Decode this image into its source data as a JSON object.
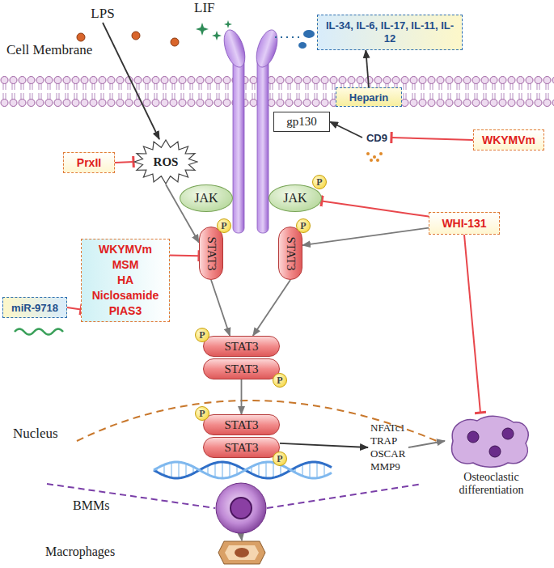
{
  "diagram": {
    "nodes": [
      {
        "text": [
          "LPS"
        ]
      },
      {
        "text": [
          "IL-34, IL-6, IL-17, IL-11, IL-12"
        ]
      },
      {
        "text": [
          "Heparin"
        ]
      },
      {
        "text": [
          "gp130"
        ]
      },
      {
        "text": [
          "CD9"
        ]
      },
      {
        "text": [
          "WKYMVm"
        ]
      },
      {
        "text": [
          "PrxII"
        ]
      },
      {
        "text": [
          "ROS"
        ]
      },
      {
        "text": [
          "JAK"
        ]
      },
      {
        "text": [
          "JAK"
        ]
      },
      {
        "text": [
          "P"
        ]
      },
      {
        "text": [
          "STAT3"
        ]
      },
      {
        "text": [
          "P"
        ]
      },
      {
        "text": [
          "STAT3"
        ]
      },
      {
        "text": [
          "P"
        ]
      },
      {
        "text": [
          "WHI-131"
        ]
      },
      {
        "text": [
          "WKYMVm",
          "MSM",
          "HA",
          "Niclosamide",
          "PIAS3"
        ]
      },
      {
        "text": [
          "miR-9718"
        ]
      },
      {
        "text": [
          "STAT3"
        ]
      },
      {
        "text": [
          "P"
        ]
      },
      {
        "text": [
          "STAT3"
        ]
      },
      {
        "text": [
          "P"
        ]
      },
      {
        "text": [
          "STAT3"
        ]
      },
      {
        "text": [
          "P"
        ]
      },
      {
        "text": [
          "STAT3"
        ]
      },
      {
        "text": [
          "P"
        ]
      },
      {
        "text": [
          "NFATc1",
          "TRAP",
          "OSCAR",
          "MMP9"
        ]
      },
      {
        "text": [
          "Osteoclastic differentiation"
        ]
      },
      {
        "text": [
          "BMMs"
        ]
      },
      {
        "text": [
          "Macrophages"
        ]
      }
    ],
    "edges": [
      {
        "from": 0,
        "to": 7,
        "arrow": "to"
      },
      {
        "from": 2,
        "to": 1,
        "arrow": "to"
      },
      {
        "from": 4,
        "to": 3,
        "arrow": "to"
      },
      {
        "from": 5,
        "to": 4,
        "arrow": "to"
      },
      {
        "from": 6,
        "to": 7,
        "arrow": "to"
      },
      {
        "from": 7,
        "to": 11,
        "arrow": "to"
      },
      {
        "from": 15,
        "to": 9,
        "arrow": "to"
      },
      {
        "from": 15,
        "to": 13,
        "arrow": "to"
      },
      {
        "from": 15,
        "to": 27,
        "arrow": "to"
      },
      {
        "from": 16,
        "to": 11,
        "arrow": "to"
      },
      {
        "from": 17,
        "to": 16,
        "arrow": "to"
      },
      {
        "from": 11,
        "to": 18,
        "arrow": "to"
      },
      {
        "from": 13,
        "to": 18,
        "arrow": "to"
      },
      {
        "from": 20,
        "to": 22,
        "arrow": "to"
      },
      {
        "from": 24,
        "to": 26,
        "arrow": "to"
      },
      {
        "from": 26,
        "to": 27,
        "arrow": "to"
      },
      {
        "from": 28,
        "to": 29,
        "arrow": "to"
      }
    ],
    "labels": [
      "Cell Membrane",
      "LIF",
      "Nucleus"
    ]
  }
}
